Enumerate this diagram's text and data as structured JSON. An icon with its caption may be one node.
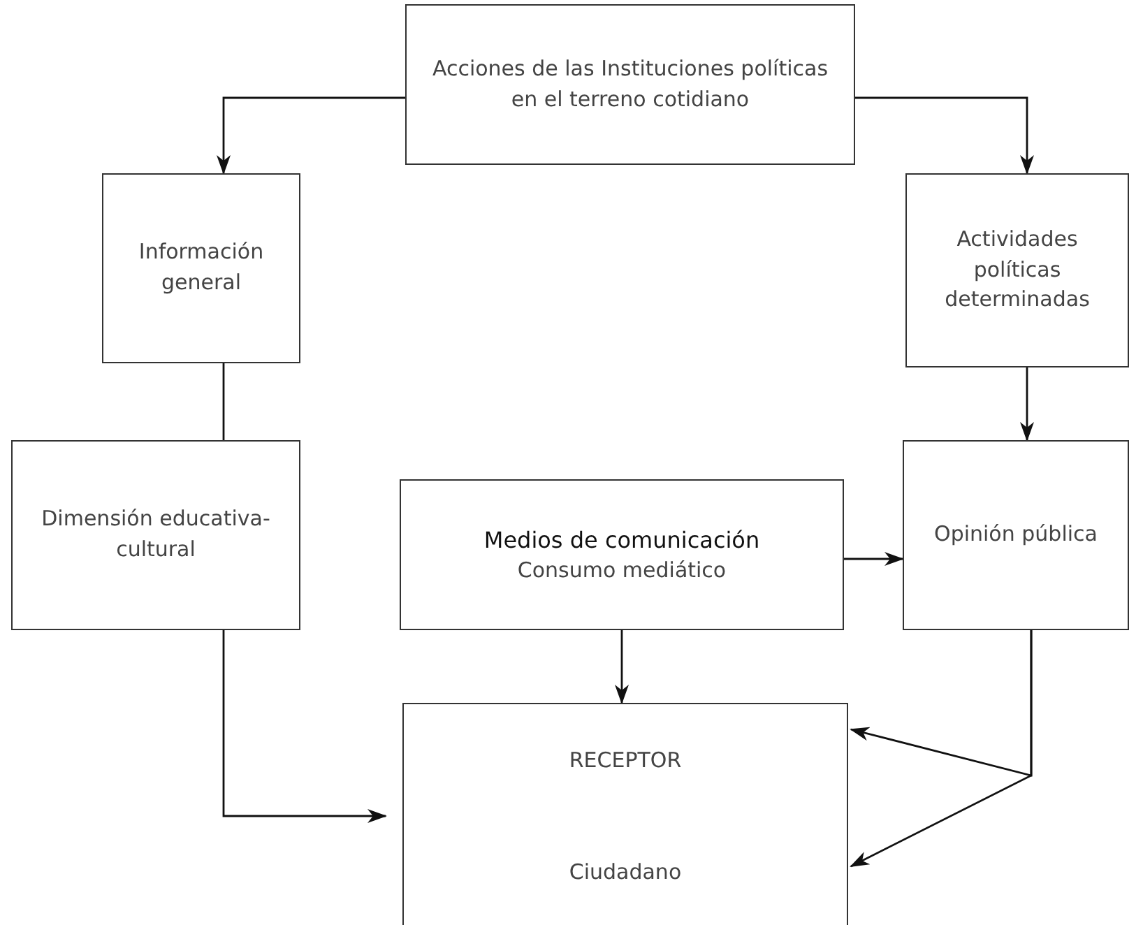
{
  "diagram": {
    "nodes": [
      {
        "text": [
          "Acciones de las Instituciones políticas en el terreno cotidiano"
        ]
      },
      {
        "text": [
          "Información general"
        ]
      },
      {
        "text": [
          "Actividades políticas determinadas"
        ]
      },
      {
        "text": [
          "Dimensión educativa-cultural"
        ]
      },
      {
        "text": [
          "Medios de comunicación",
          "Consumo mediático"
        ]
      },
      {
        "text": [
          "Opinión pública"
        ]
      },
      {
        "text": [
          "RECEPTOR"
        ]
      },
      {
        "text": [
          "Ciudadano"
        ]
      }
    ],
    "edges": [
      {
        "from": 0,
        "to": 1,
        "arrow": "to"
      },
      {
        "from": 0,
        "to": 2,
        "arrow": "to"
      },
      {
        "from": 1,
        "to": 3,
        "arrow": "none"
      },
      {
        "from": 2,
        "to": 5,
        "arrow": "to"
      },
      {
        "from": 4,
        "to": 5,
        "arrow": "to"
      },
      {
        "from": 4,
        "to": 6,
        "arrow": "to"
      },
      {
        "from": 3,
        "to": 6,
        "arrow": "to"
      },
      {
        "from": 5,
        "to": 6,
        "arrow": "to"
      },
      {
        "from": 5,
        "to": 7,
        "arrow": "to"
      }
    ]
  }
}
